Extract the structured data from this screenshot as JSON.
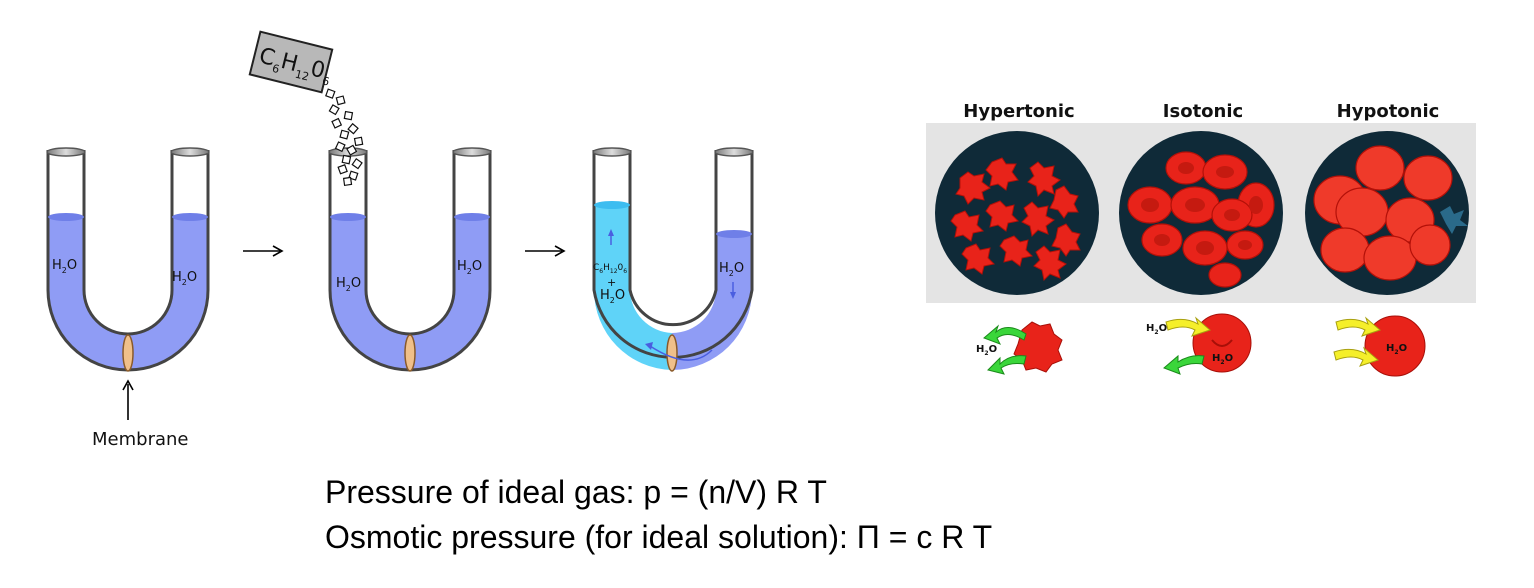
{
  "utube": {
    "membrane_label": "Membrane",
    "water_h": "H",
    "water_sub": "2",
    "water_o": "O",
    "sugar_c": "C",
    "sugar_c_sub": "6",
    "sugar_h": "H",
    "sugar_h_sub": "12",
    "sugar_o": "0",
    "sugar_o_sub": "6",
    "plus": "+"
  },
  "cells": {
    "titles": [
      "Hypertonic",
      "Isotonic",
      "Hypotonic"
    ]
  },
  "equations": {
    "ideal_gas": "Pressure of ideal gas: p = (n/V) R T",
    "osmotic": "Osmotic pressure (for ideal solution): Π = c R T"
  },
  "colors": {
    "water": "#8f9cf5",
    "solution": "#5fd3f8",
    "cell_red": "#e8231a",
    "panel_bg": "#e4e4e4",
    "dish": "#0f2a38",
    "arrow_green": "#3ad63a",
    "arrow_yellow": "#f5ef2a"
  }
}
